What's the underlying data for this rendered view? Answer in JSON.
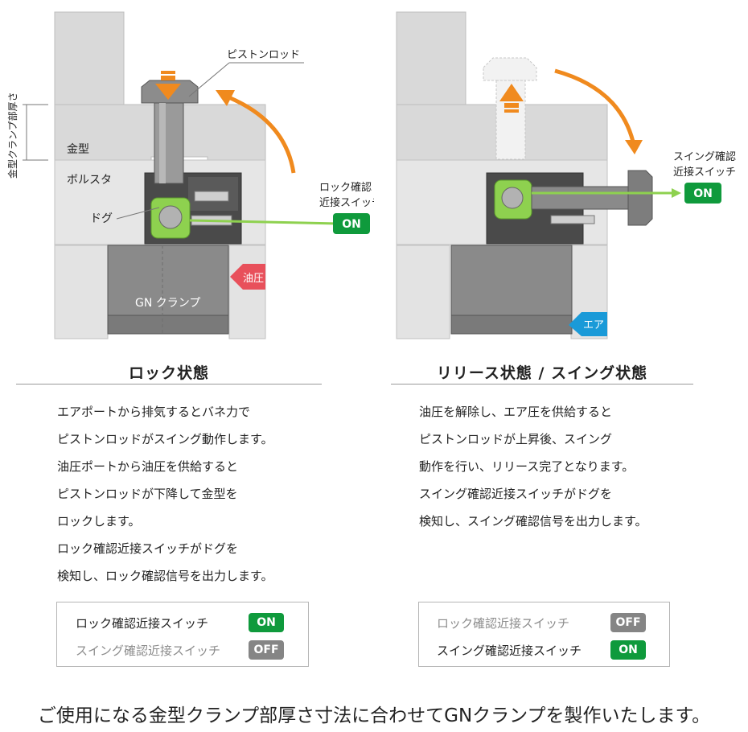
{
  "colors": {
    "on": "#0f9a3c",
    "off": "#858585",
    "arrow_orange": "#f08a1e",
    "oil_red": "#e8505b",
    "air_blue": "#1a9ad8",
    "sensor_green": "#8ed14f",
    "mold_gray": "#d9d9d9"
  },
  "left_diagram": {
    "piston_rod_label": "ピストンロッド",
    "mold_label": "金型",
    "bolster_label": "ボルスタ",
    "dog_label": "ドグ",
    "clamp_label": "GN クランプ",
    "oil_pressure_label": "油圧",
    "thickness_label": "金型クランプ部厚さ",
    "switch_label_line1": "ロック確認",
    "switch_label_line2": "近接スイッチ",
    "switch_state": "ON"
  },
  "right_diagram": {
    "switch_label_line1": "スイング確認",
    "switch_label_line2": "近接スイッチ",
    "switch_state": "ON",
    "air_label": "エア"
  },
  "lock_section": {
    "title": "ロック状態",
    "lines": [
      "エアポートから排気するとバネ力で",
      "ピストンロッドがスイング動作します。",
      "油圧ポートから油圧を供給すると",
      "ピストンロッドが下降して金型を",
      "ロックします。",
      "ロック確認近接スイッチがドグを",
      "検知し、ロック確認信号を出力します。"
    ],
    "status": [
      {
        "label": "ロック確認近接スイッチ",
        "state": "ON"
      },
      {
        "label": "スイング確認近接スイッチ",
        "state": "OFF"
      }
    ]
  },
  "release_section": {
    "title": "リリース状態 / スイング状態",
    "lines": [
      "油圧を解除し、エア圧を供給すると",
      "ピストンロッドが上昇後、スイング",
      "動作を行い、リリース完了となります。",
      "スイング確認近接スイッチがドグを",
      "検知し、スイング確認信号を出力します。"
    ],
    "status": [
      {
        "label": "ロック確認近接スイッチ",
        "state": "OFF"
      },
      {
        "label": "スイング確認近接スイッチ",
        "state": "ON"
      }
    ]
  },
  "footer": "ご使用になる金型クランプ部厚さ寸法に合わせてGNクランプを製作いたします。"
}
